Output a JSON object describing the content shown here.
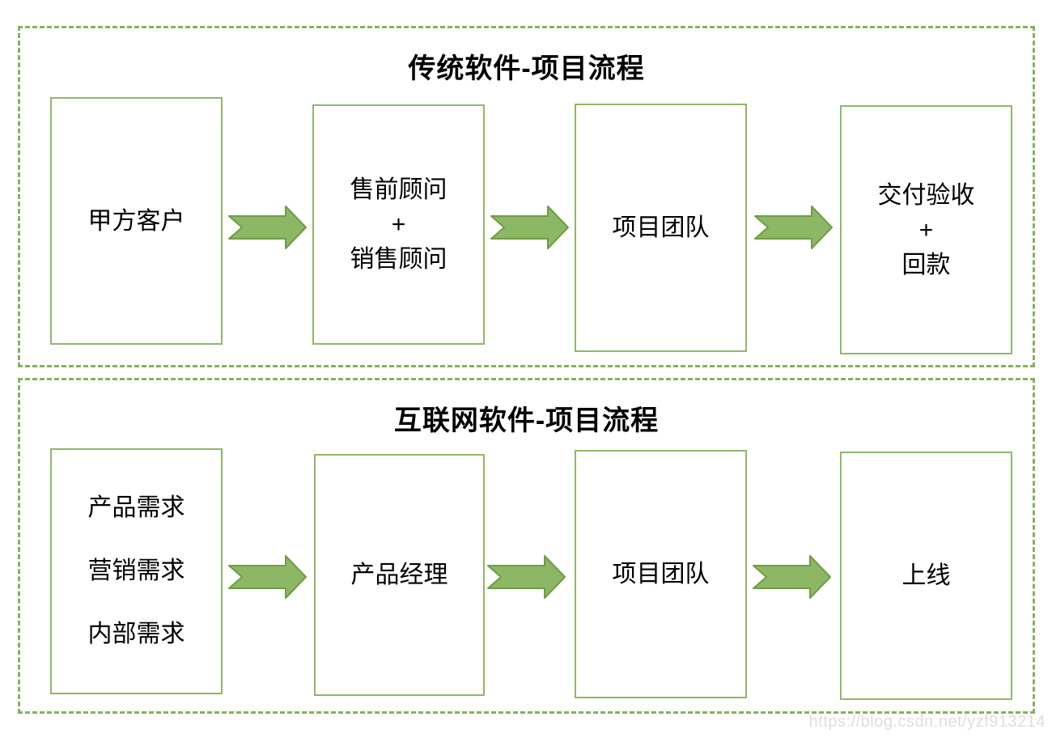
{
  "sections": [
    {
      "title": "传统软件-项目流程",
      "boxes": [
        {
          "lines": [
            "甲方客户"
          ]
        },
        {
          "lines": [
            "售前顾问",
            "+",
            "销售顾问"
          ]
        },
        {
          "lines": [
            "项目团队"
          ]
        },
        {
          "lines": [
            "交付验收",
            "+",
            "回款"
          ]
        }
      ]
    },
    {
      "title": "互联网软件-项目流程",
      "boxes": [
        {
          "lines": [
            "产品需求",
            "营销需求",
            "内部需求"
          ]
        },
        {
          "lines": [
            "产品经理"
          ]
        },
        {
          "lines": [
            "项目团队"
          ]
        },
        {
          "lines": [
            "上线"
          ]
        }
      ]
    }
  ],
  "watermark": {
    "text": "https://blog.csdn.net/yzf913214"
  },
  "colors": {
    "box_border": "#90b768",
    "section_border": "#85b25c",
    "arrow_fill": "#8cb765",
    "arrow_stroke": "#6f9c45",
    "text": "#000000",
    "watermark": "#dedede"
  }
}
